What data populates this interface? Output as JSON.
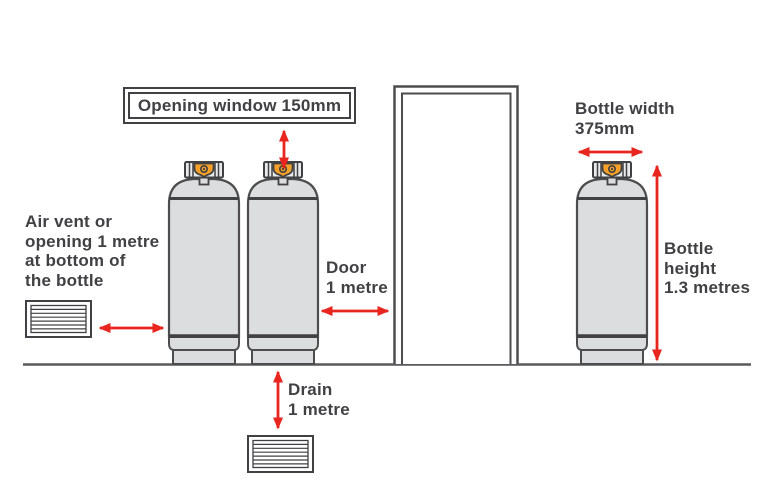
{
  "title": "Gas bottle placement clearance diagram",
  "labels": {
    "opening_window": "Opening window 150mm",
    "air_vent": "Air vent or\nopening 1 metre\nat bottom of\nthe bottle",
    "door": "Door\n1 metre",
    "drain": "Drain\n1 metre",
    "bottle_width": "Bottle width\n375mm",
    "bottle_height": "Bottle\nheight\n1.3 metres"
  },
  "measurements": {
    "opening_window": "150mm",
    "air_vent_clearance": "1 metre",
    "door_clearance": "1 metre",
    "drain_clearance": "1 metre",
    "bottle_width": "375mm",
    "bottle_height": "1.3 metres"
  },
  "icons": [
    {
      "name": "gas-bottle",
      "count": 3
    },
    {
      "name": "vent-grille",
      "count": 2
    },
    {
      "name": "door-frame",
      "count": 1
    },
    {
      "name": "red-dimension-arrow",
      "count": 6
    }
  ],
  "colors": {
    "arrow_red": "#e8251f",
    "outline_dark": "#414042",
    "outline_mid": "#4d4d4f",
    "bottle_fill": "#dcddde",
    "collar_fill": "#e9eaeb",
    "valve_orange": "#f5a028",
    "ground_gray": "#58595b",
    "text_dark": "#414042",
    "background": "#ffffff"
  }
}
